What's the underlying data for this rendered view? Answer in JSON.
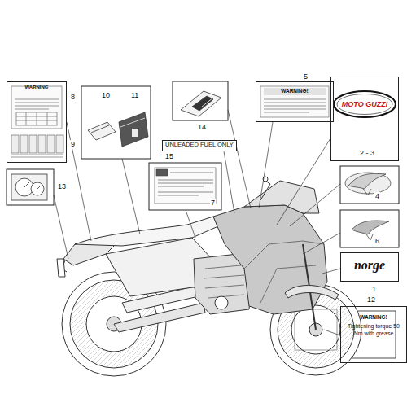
{
  "diagram": {
    "nodes": [
      {
        "text": [
          "WARNING"
        ]
      },
      {
        "text": [
          "WARNING!"
        ]
      },
      {
        "text": [
          "MOTO GUZZI"
        ]
      },
      {
        "text": [
          "UNLEADED FUEL ONLY"
        ]
      },
      {
        "text": [
          "norge"
        ]
      },
      {
        "text": [
          "WARNING!",
          "Tightening torque 50 Nm with grease"
        ]
      }
    ],
    "labels": [
      "8",
      "9",
      "10",
      "11",
      "14",
      "15",
      "7",
      "5",
      "2 - 3",
      "4",
      "6",
      "1",
      "12",
      "13"
    ]
  }
}
